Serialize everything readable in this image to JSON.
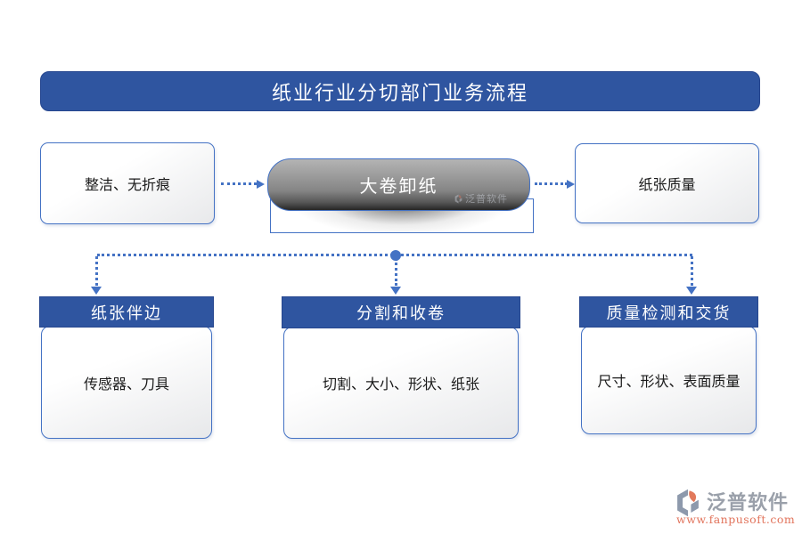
{
  "title": "纸业行业分切部门业务流程",
  "top_flow": {
    "input_box": {
      "label": "整洁、无折痕"
    },
    "process_node": {
      "label": "大卷卸纸"
    },
    "output_box": {
      "label": "纸张质量"
    }
  },
  "departments": [
    {
      "header": "纸张伴边",
      "detail": "传感器、刀具"
    },
    {
      "header": "分割和收卷",
      "detail": "切割、大小、形状、纸张"
    },
    {
      "header": "质量检测和交货",
      "detail": "尺寸、形状、表面质量"
    }
  ],
  "branding": {
    "name": "泛普软件",
    "url": "www.fanpusoft.com",
    "watermark": "泛普软件"
  },
  "colors": {
    "banner_blue": "#2f55a0",
    "connector_blue": "#4472c4",
    "box_border_blue": "#4472c4",
    "cylinder_gray_top": "#b4b4b4",
    "cylinder_gray_bottom": "#262626",
    "brand_gray": "#9aa0aa",
    "brand_orange": "#e2745c"
  }
}
